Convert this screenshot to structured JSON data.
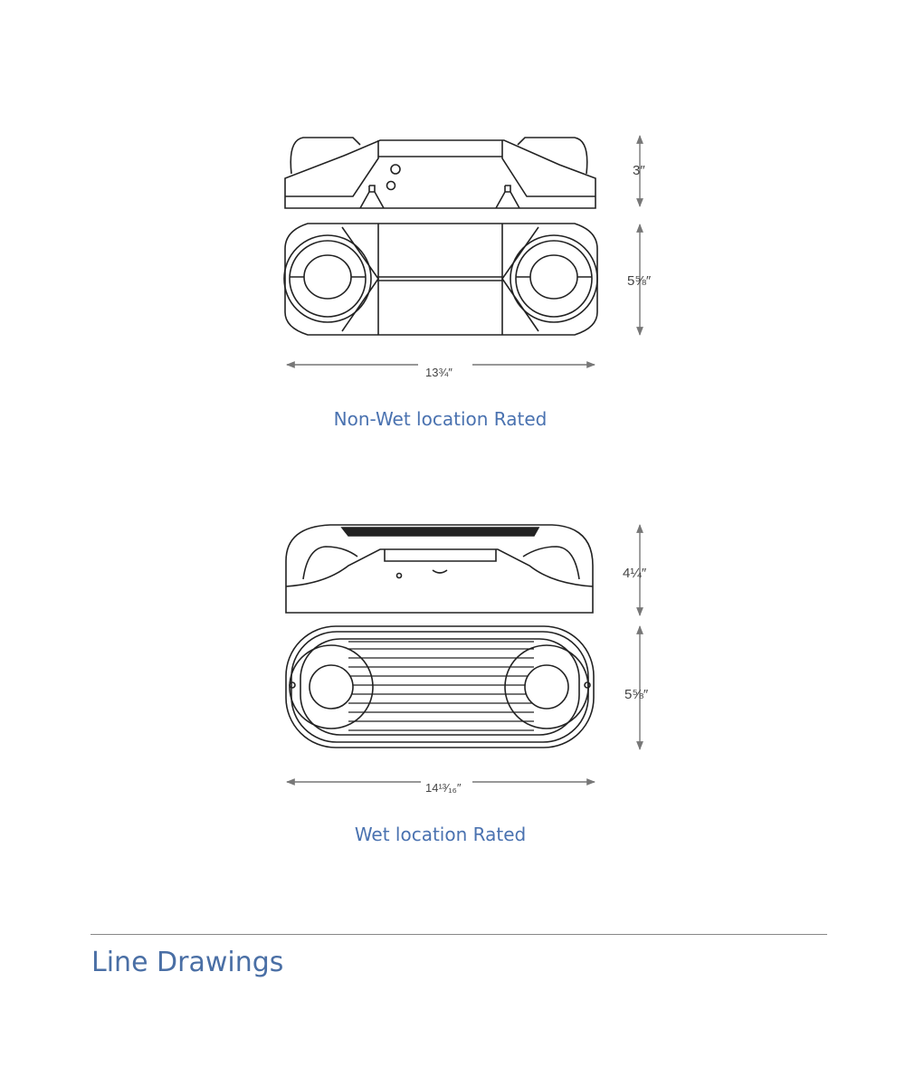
{
  "drawings": [
    {
      "caption": "Non-Wet location Rated",
      "height_label": "3″",
      "depth_label": "5⅝″",
      "width_label": "13¾″"
    },
    {
      "caption": "Wet location Rated",
      "height_label": "4¼″",
      "depth_label": "5⅝″",
      "width_label": "14¹³⁄₁₆″"
    }
  ],
  "section": {
    "heading": "Line Drawings"
  },
  "colors": {
    "accent": "#4a72b0",
    "line": "#222222",
    "dimension": "#777777"
  }
}
